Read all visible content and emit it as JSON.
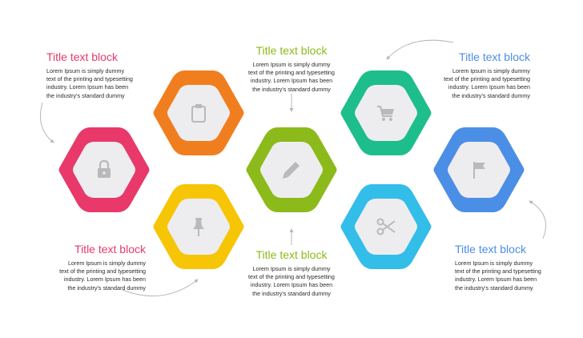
{
  "colors": {
    "pink": "#e8396a",
    "orange": "#f07e1f",
    "yellow": "#f6c506",
    "olive": "#8cba1a",
    "teal": "#1dbd8c",
    "cyan": "#33bde9",
    "blue": "#4b8ee6",
    "inner_fill": "#ededf0",
    "icon_gray": "#b9b9bc",
    "connector": "#b8b8b8"
  },
  "hexagons": [
    {
      "id": "lock",
      "color": "pink",
      "icon": "lock-icon"
    },
    {
      "id": "clipboard",
      "color": "orange",
      "icon": "clipboard-icon"
    },
    {
      "id": "pin",
      "color": "yellow",
      "icon": "pushpin-icon"
    },
    {
      "id": "pencil",
      "color": "olive",
      "icon": "pencil-icon"
    },
    {
      "id": "cart",
      "color": "teal",
      "icon": "shopping-cart-icon"
    },
    {
      "id": "scissors",
      "color": "cyan",
      "icon": "scissors-icon"
    },
    {
      "id": "flag",
      "color": "blue",
      "icon": "flag-icon"
    }
  ],
  "text_blocks": {
    "top_left": {
      "title": "Title text block",
      "color": "pink",
      "lines": [
        "Lorem Ipsum is simply dummy",
        "text of the printing and typesetting",
        "industry. Lorem Ipsum has been",
        "the industry's standard dummy"
      ]
    },
    "top_center": {
      "title": "Title text block",
      "color": "olive",
      "lines": [
        "Lorem Ipsum is simply dummy",
        "text of the printing and typesetting",
        "industry. Lorem Ipsum has been",
        "the industry's standard dummy"
      ]
    },
    "top_right": {
      "title": "Title text block",
      "color": "blue",
      "lines": [
        "Lorem Ipsum is simply dummy",
        "text of the printing and typesetting",
        "industry. Lorem Ipsum has been",
        "the industry's standard dummy"
      ]
    },
    "bottom_left": {
      "title": "Title text block",
      "color": "pink",
      "lines": [
        "Lorem Ipsum is simply dummy",
        "text of the printing and typesetting",
        "industry. Lorem Ipsum has been",
        "the industry's standard dummy"
      ]
    },
    "bottom_center": {
      "title": "Title text block",
      "color": "olive",
      "lines": [
        "Lorem Ipsum is simply dummy",
        "text of the printing and typesetting",
        "industry. Lorem Ipsum has been",
        "the industry's standard dummy"
      ]
    },
    "bottom_right": {
      "title": "Title text block",
      "color": "blue",
      "lines": [
        "Lorem Ipsum is simply dummy",
        "text of the printing and typesetting",
        "industry. Lorem Ipsum has been",
        "the industry's standard dummy"
      ]
    }
  }
}
